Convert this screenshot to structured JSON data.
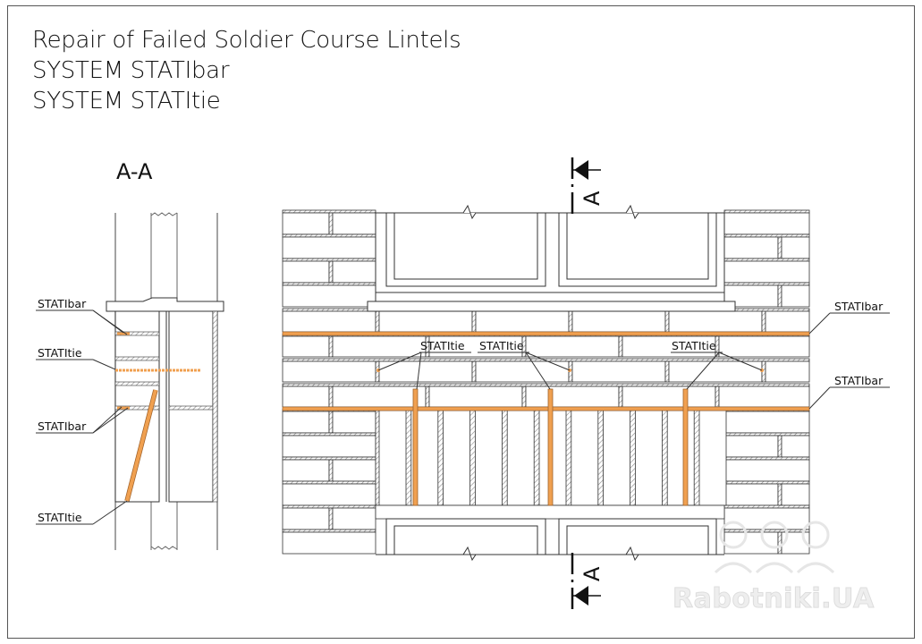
{
  "title": {
    "line1": "Repair of Failed Soldier Course Lintels",
    "line2": "SYSTEM STATIbar",
    "line3": "SYSTEM STATItie"
  },
  "section": {
    "heading": "A-A",
    "labels": [
      "STATIbar",
      "STATItie",
      "STATIbar",
      "STATItie"
    ]
  },
  "elevation": {
    "section_marker": "A",
    "tie_labels": [
      "STATItie",
      "STATItie",
      "STATItie"
    ],
    "bar_labels": [
      "STATIbar",
      "STATIbar"
    ]
  },
  "watermark": "Rabotniki.UA",
  "colors": {
    "reinforcement": "#f0a050",
    "line": "#333333",
    "hatch": "#888888"
  }
}
